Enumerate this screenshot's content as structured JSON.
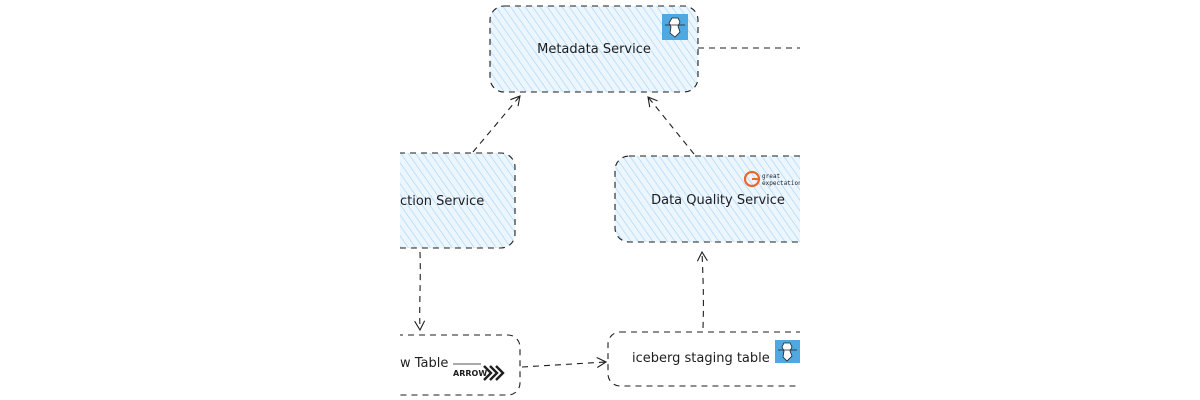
{
  "nodes": {
    "metadata": {
      "label": "Metadata Service",
      "icon": "iceberg-icon"
    },
    "ingestion": {
      "label": "ction Service"
    },
    "quality": {
      "label": "Data Quality Service",
      "icon": "great-expectations-logo",
      "logo_text": [
        "great",
        "expectations"
      ]
    },
    "arrow_table": {
      "label": "w Table",
      "icon": "apache-arrow-logo",
      "logo_text": "ARROW"
    },
    "staging": {
      "label": "iceberg staging table",
      "icon": "iceberg-icon"
    }
  },
  "colors": {
    "fill": "#a5d8ff",
    "stroke": "#1e1e1e",
    "logo_blue": "#4fa8e0",
    "logo_orange": "#e8692b"
  }
}
